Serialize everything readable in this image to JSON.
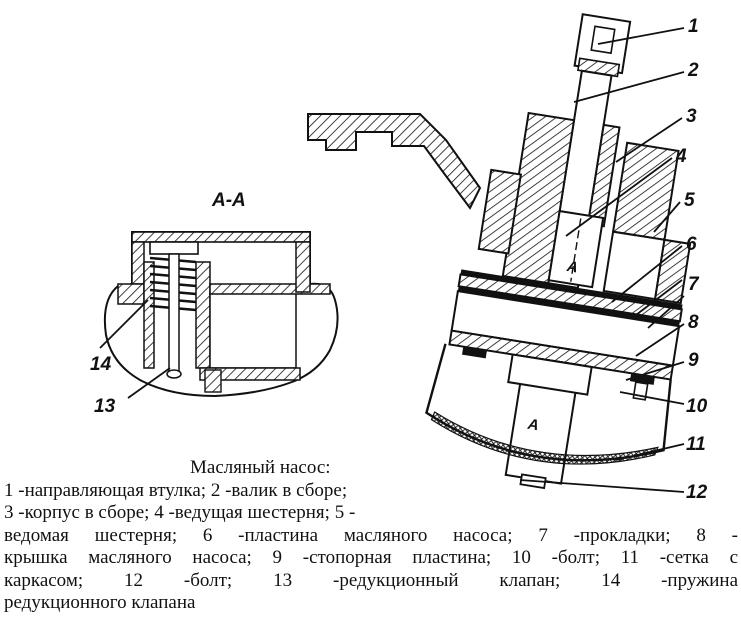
{
  "section": {
    "title": "А-А",
    "letter_left": "А",
    "letter_bottom": "А"
  },
  "callouts": [
    "1",
    "2",
    "3",
    "4",
    "5",
    "6",
    "7",
    "8",
    "9",
    "10",
    "11",
    "12",
    "13",
    "14"
  ],
  "caption": {
    "title": "Масляный насос:",
    "lines": [
      "1 -направляющая втулка; 2 -валик в сборе;",
      "3 -корпус в сборе; 4 -ведущая шестерня; 5 -",
      "ведомая шестерня; 6 -пластина масляного насоса; 7 -прокладки; 8 -",
      "крышка масляного насоса; 9 -стопорная пластина; 10 -болт; 11 -сетка с",
      "каркасом; 12 -болт; 13 -редукционный клапан; 14 -пружина",
      "редукционного клапана"
    ]
  }
}
